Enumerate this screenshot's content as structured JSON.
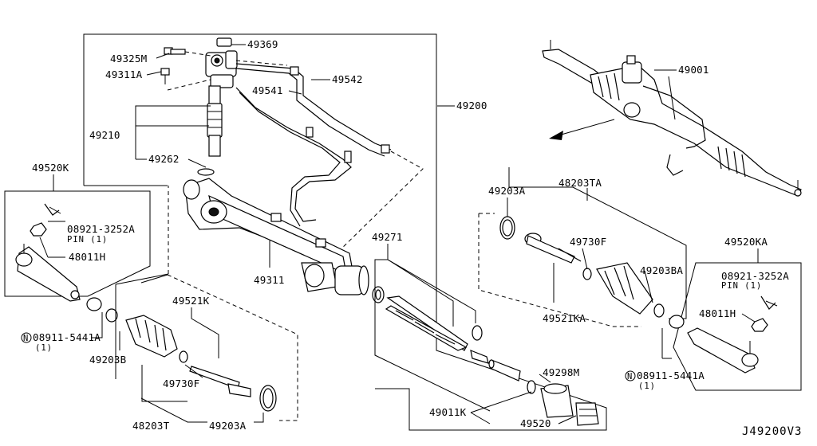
{
  "labels": {
    "p49369": "49369",
    "p49325m": "49325M",
    "p49311a": "49311A",
    "p49542": "49542",
    "p49541": "49541",
    "p49200": "49200",
    "p49210": "49210",
    "p49262": "49262",
    "p49001": "49001",
    "p49520k": "49520K",
    "p08921_l": "08921-3252A",
    "pin_l": "PIN (1)",
    "p48011h_l": "48011H",
    "p49311": "49311",
    "p49271": "49271",
    "n08911_l": "08911-5441A",
    "n08911_l_qty": "(1)",
    "p49203b": "49203B",
    "p49521k": "49521K",
    "p49730f_l": "49730F",
    "p48203t": "48203T",
    "p49203a_bottom": "49203A",
    "p49011k": "49011K",
    "p49520": "49520",
    "p49298m": "49298M",
    "p48203ta": "48203TA",
    "p49203a_right": "49203A",
    "p49730f_r": "49730F",
    "p49203ba": "49203BA",
    "p49521ka": "49521KA",
    "p49520ka": "49520KA",
    "p08921_r": "08921-3252A",
    "pin_r": "PIN (1)",
    "p48011h_r": "48011H",
    "n08911_r": "08911-5441A",
    "n08911_r_qty": "(1)",
    "diagram_code": "J49200V3"
  },
  "symbols": {
    "n_mark": "N"
  },
  "icons": [
    "arrow-icon"
  ]
}
